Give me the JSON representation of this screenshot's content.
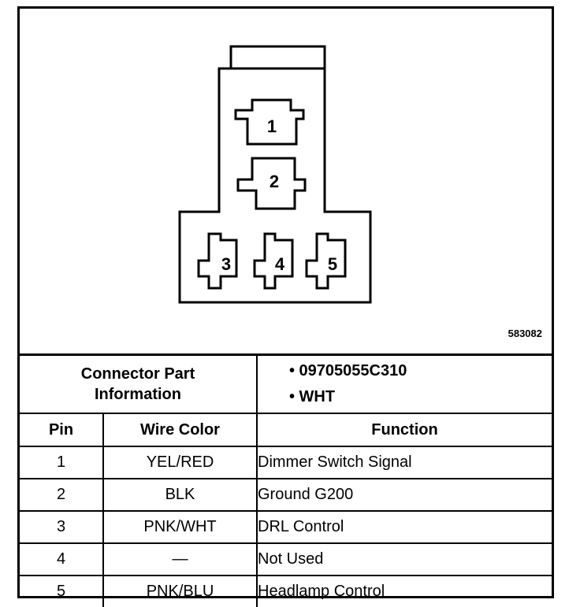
{
  "diagram": {
    "figure_id": "583082",
    "pins": [
      "1",
      "2",
      "3",
      "4",
      "5"
    ]
  },
  "connector_part": {
    "label_line1": "Connector Part",
    "label_line2": "Information",
    "info": [
      "• 09705055C310",
      "• WHT"
    ]
  },
  "table": {
    "headers": {
      "pin": "Pin",
      "wire_color": "Wire Color",
      "function": "Function"
    },
    "rows": [
      {
        "pin": "1",
        "wire_color": "YEL/RED",
        "function": "Dimmer Switch Signal"
      },
      {
        "pin": "2",
        "wire_color": "BLK",
        "function": "Ground G200"
      },
      {
        "pin": "3",
        "wire_color": "PNK/WHT",
        "function": "DRL Control"
      },
      {
        "pin": "4",
        "wire_color": "—",
        "function": "Not Used"
      },
      {
        "pin": "5",
        "wire_color": "PNK/BLU",
        "function": "Headlamp Control"
      }
    ]
  }
}
